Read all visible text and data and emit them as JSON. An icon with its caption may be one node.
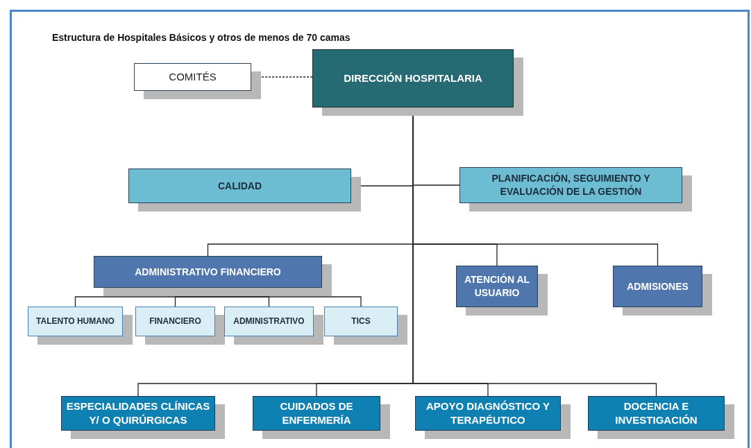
{
  "diagram": {
    "title": "Estructura de Hospitales Básicos y otros de menos de 70 camas",
    "nodes": [
      {
        "text": [
          "COMITÉS"
        ]
      },
      {
        "text": [
          "DIRECCIÓN HOSPITALARIA"
        ]
      },
      {
        "text": [
          "CALIDAD"
        ]
      },
      {
        "text": [
          "PLANIFICACIÓN, SEGUIMIENTO Y EVALUACIÓN DE LA GESTIÓN"
        ]
      },
      {
        "text": [
          "ADMINISTRATIVO FINANCIERO"
        ]
      },
      {
        "text": [
          "ATENCIÓN AL USUARIO"
        ]
      },
      {
        "text": [
          "ADMISIONES"
        ]
      },
      {
        "text": [
          "TALENTO HUMANO"
        ]
      },
      {
        "text": [
          "FINANCIERO"
        ]
      },
      {
        "text": [
          "ADMINISTRATIVO"
        ]
      },
      {
        "text": [
          "TICS"
        ]
      },
      {
        "text": [
          "ESPECIALIDADES CLÍNICAS Y/ O QUIRÚRGICAS"
        ]
      },
      {
        "text": [
          "CUIDADOS DE ENFERMERÍA"
        ]
      },
      {
        "text": [
          "APOYO DIAGNÓSTICO Y TERAPÉUTICO"
        ]
      },
      {
        "text": [
          "DOCENCIA E INVESTIGACIÓN"
        ]
      }
    ],
    "edges": [
      {
        "from": 1,
        "to": 0,
        "arrow": "none",
        "style": "dashed"
      },
      {
        "from": 1,
        "to": 2,
        "arrow": "none"
      },
      {
        "from": 1,
        "to": 3,
        "arrow": "none"
      },
      {
        "from": 1,
        "to": 4,
        "arrow": "none"
      },
      {
        "from": 1,
        "to": 5,
        "arrow": "none"
      },
      {
        "from": 1,
        "to": 6,
        "arrow": "none"
      },
      {
        "from": 4,
        "to": 7,
        "arrow": "none"
      },
      {
        "from": 4,
        "to": 8,
        "arrow": "none"
      },
      {
        "from": 4,
        "to": 9,
        "arrow": "none"
      },
      {
        "from": 4,
        "to": 10,
        "arrow": "none"
      },
      {
        "from": 1,
        "to": 11,
        "arrow": "none"
      },
      {
        "from": 1,
        "to": 12,
        "arrow": "none"
      },
      {
        "from": 1,
        "to": 13,
        "arrow": "none"
      },
      {
        "from": 1,
        "to": 14,
        "arrow": "none"
      }
    ]
  }
}
